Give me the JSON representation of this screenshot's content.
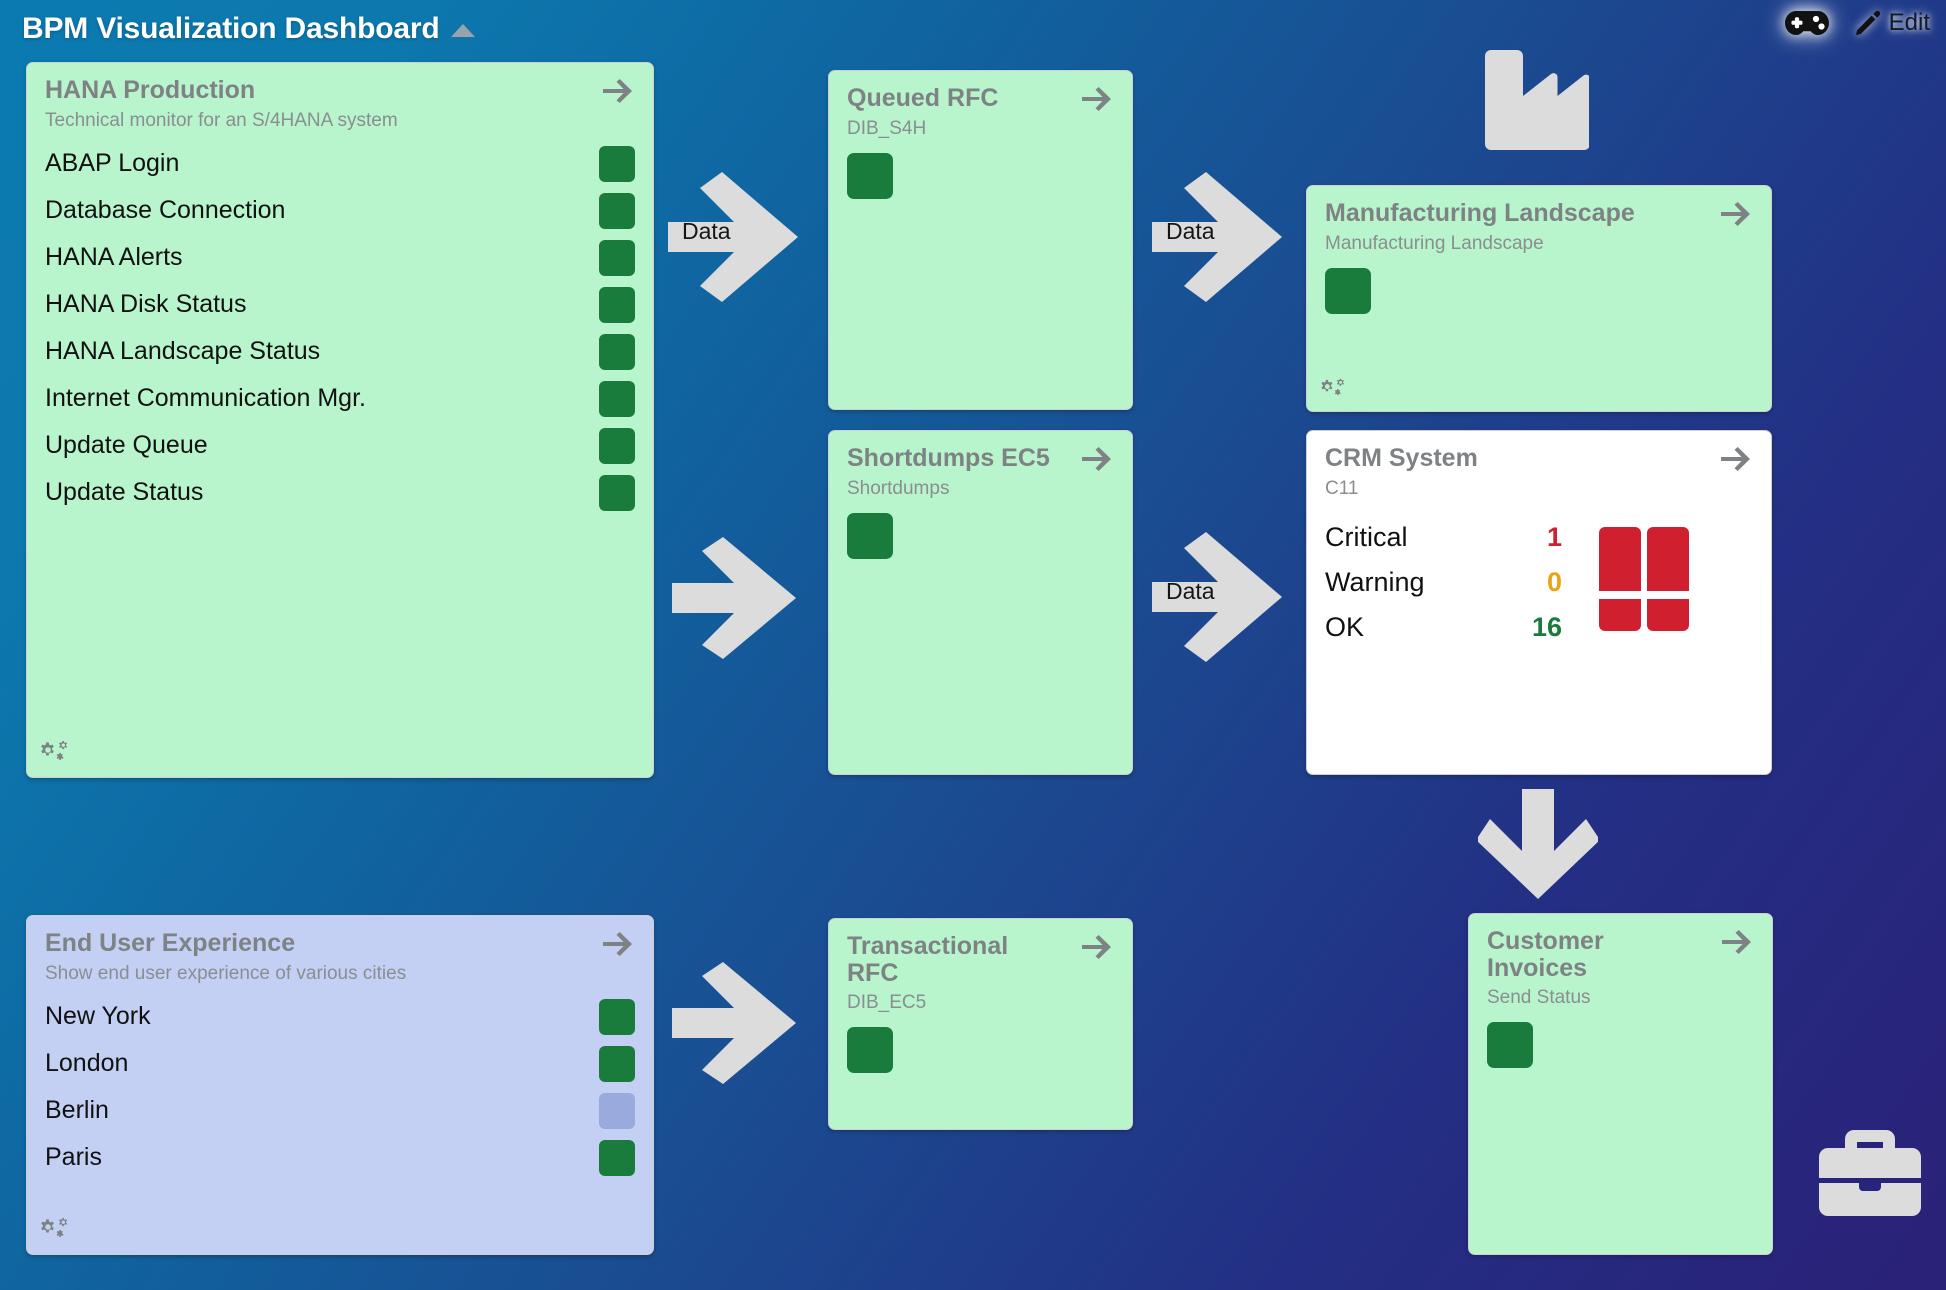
{
  "header": {
    "title": "BPM Visualization Dashboard",
    "collapse_icon": "triangle-up-icon",
    "gamepad_icon": "gamepad-icon",
    "edit_label": "Edit",
    "edit_icon": "pencil-icon"
  },
  "colors": {
    "background_start": "#0b7ab0",
    "background_end": "#2a2178",
    "card_green": "#b8f5cd",
    "card_white": "#ffffff",
    "card_lavender": "#c3d0f3",
    "status_ok": "#1a7c3c",
    "status_neutral": "#9aaadd",
    "critical_red": "#d0202f",
    "warning_amber": "#e8a317",
    "ok_green": "#1a7c3c",
    "arrow_gray": "#dcdcdc",
    "title_gray": "#7e8284"
  },
  "cards": {
    "hana_production": {
      "title": "HANA Production",
      "subtitle": "Technical monitor for an S/4HANA system",
      "arrow_icon": "arrow-right-icon",
      "gears_icon": "gears-icon",
      "rows": [
        {
          "label": "ABAP Login",
          "status": "ok"
        },
        {
          "label": "Database Connection",
          "status": "ok"
        },
        {
          "label": "HANA Alerts",
          "status": "ok"
        },
        {
          "label": "HANA Disk Status",
          "status": "ok"
        },
        {
          "label": "HANA Landscape Status",
          "status": "ok"
        },
        {
          "label": "Internet Communication Mgr.",
          "status": "ok"
        },
        {
          "label": "Update Queue",
          "status": "ok"
        },
        {
          "label": "Update Status",
          "status": "ok"
        }
      ]
    },
    "queued_rfc": {
      "title": "Queued RFC",
      "subtitle": "DIB_S4H",
      "arrow_icon": "arrow-right-icon",
      "status": "ok"
    },
    "shortdumps_ec5": {
      "title": "Shortdumps EC5",
      "subtitle": "Shortdumps",
      "arrow_icon": "arrow-right-icon",
      "status": "ok"
    },
    "manufacturing_landscape": {
      "title": "Manufacturing Landscape",
      "subtitle": "Manufacturing Landscape",
      "arrow_icon": "arrow-right-icon",
      "gears_icon": "gears-icon",
      "status": "ok"
    },
    "crm_system": {
      "title": "CRM System",
      "subtitle": "C11",
      "arrow_icon": "arrow-right-icon",
      "database_icon": "database-icon",
      "metrics": [
        {
          "label": "Critical",
          "value": "1",
          "color": "#d0202f"
        },
        {
          "label": "Warning",
          "value": "0",
          "color": "#e8a317"
        },
        {
          "label": "OK",
          "value": "16",
          "color": "#1a7c3c"
        }
      ]
    },
    "end_user_experience": {
      "title": "End User Experience",
      "subtitle": "Show end user experience of various cities",
      "arrow_icon": "arrow-right-icon",
      "gears_icon": "gears-icon",
      "rows": [
        {
          "label": "New York",
          "status": "ok"
        },
        {
          "label": "London",
          "status": "ok"
        },
        {
          "label": "Berlin",
          "status": "neutral"
        },
        {
          "label": "Paris",
          "status": "ok"
        }
      ]
    },
    "transactional_rfc": {
      "title": "Transactional RFC",
      "subtitle": "DIB_EC5",
      "arrow_icon": "arrow-right-icon",
      "status": "ok"
    },
    "customer_invoices": {
      "title": "Customer Invoices",
      "subtitle": "Send Status",
      "arrow_icon": "arrow-right-icon",
      "status": "ok"
    }
  },
  "connectors": [
    {
      "id": "hana-to-queued",
      "label": "Data",
      "direction": "right",
      "icon": "arrow-right-icon"
    },
    {
      "id": "queued-to-manufacturing",
      "label": "Data",
      "direction": "right",
      "icon": "arrow-right-icon"
    },
    {
      "id": "hana-to-shortdumps",
      "label": "",
      "direction": "right",
      "icon": "arrow-right-icon"
    },
    {
      "id": "shortdumps-to-crm",
      "label": "Data",
      "direction": "right",
      "icon": "arrow-right-icon"
    },
    {
      "id": "crm-to-invoices",
      "label": "",
      "direction": "down",
      "icon": "arrow-down-icon"
    },
    {
      "id": "eux-to-transactional",
      "label": "",
      "direction": "right",
      "icon": "arrow-right-icon"
    }
  ],
  "decorations": [
    {
      "id": "factory",
      "icon": "factory-icon"
    },
    {
      "id": "briefcase",
      "icon": "briefcase-icon"
    }
  ]
}
